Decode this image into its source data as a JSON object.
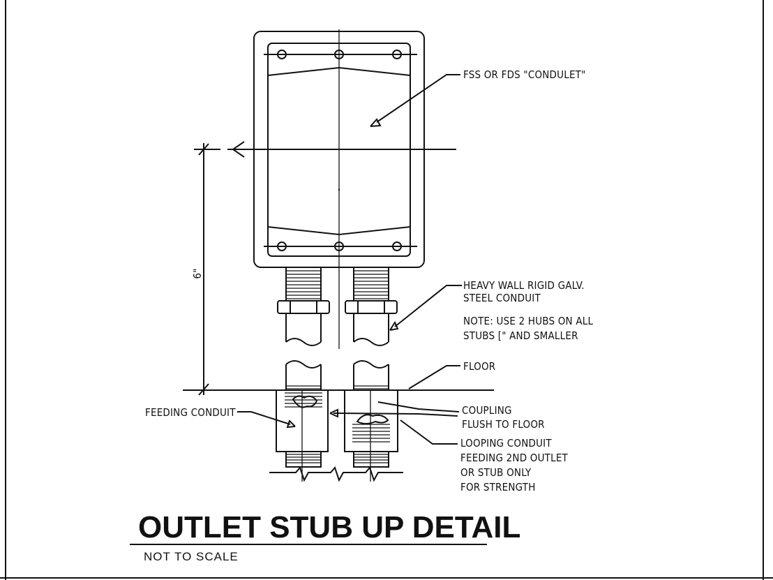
{
  "title": "OUTLET STUB UP DETAIL",
  "subtitle": "NOT TO SCALE",
  "dimension": "6\"",
  "labels": {
    "condulet": "FSS OR FDS \"CONDULET\"",
    "conduit_line1": "HEAVY WALL RIGID GALV.",
    "conduit_line2": "STEEL CONDUIT",
    "note_line1": "NOTE: USE 2 HUBS ON ALL",
    "note_line2": "STUBS [\" AND SMALLER",
    "floor": "FLOOR",
    "feeding": "FEEDING CONDUIT",
    "coupling_line1": "COUPLING",
    "coupling_line2": "FLUSH TO FLOOR",
    "looping_line1": "LOOPING CONDUIT",
    "looping_line2": "FEEDING 2ND OUTLET",
    "looping_line3": "OR STUB ONLY",
    "looping_line4": "FOR STRENGTH"
  }
}
